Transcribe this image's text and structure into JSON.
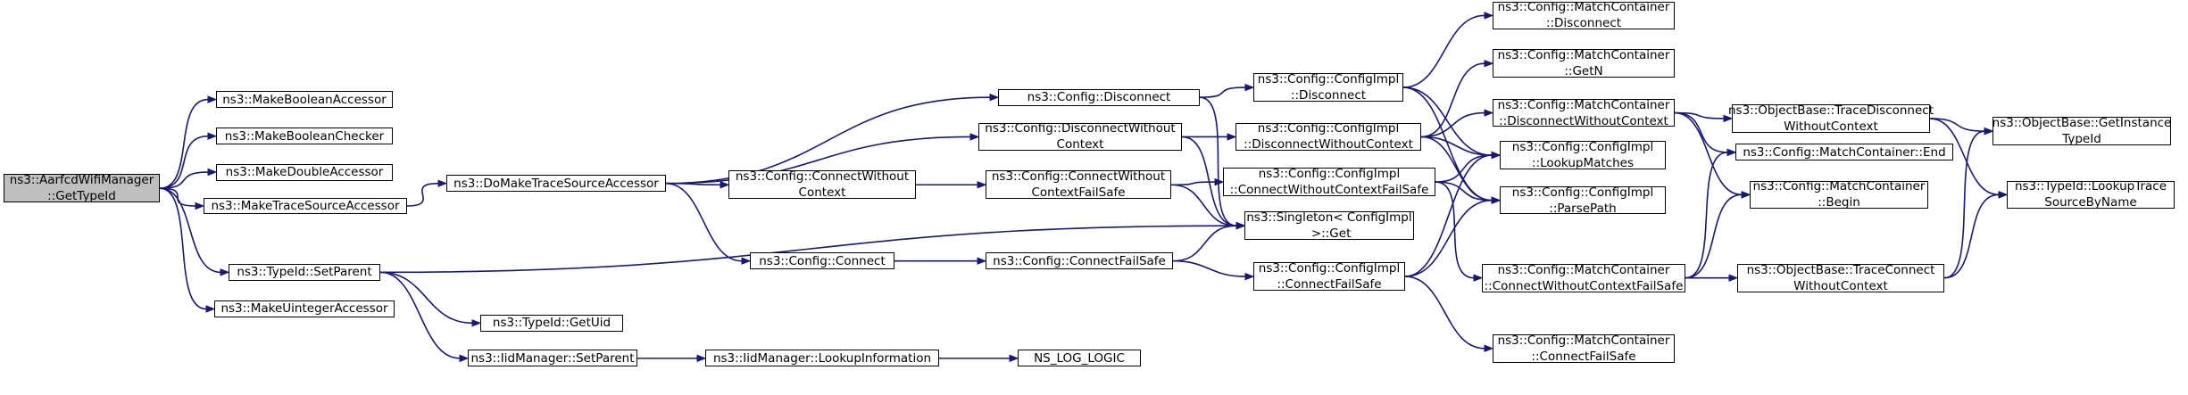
{
  "graph": {
    "edge_color": "#191970",
    "root_fill": "#bfbfbf",
    "nodes": [
      {
        "id": "root",
        "lines": [
          "ns3::AarfcdWifiManager",
          "::GetTypeId"
        ]
      },
      {
        "id": "mkbool",
        "lines": [
          "ns3::MakeBooleanAccessor"
        ]
      },
      {
        "id": "mkboolc",
        "lines": [
          "ns3::MakeBooleanChecker"
        ]
      },
      {
        "id": "mkdbl",
        "lines": [
          "ns3::MakeDoubleAccessor"
        ]
      },
      {
        "id": "mktrace",
        "lines": [
          "ns3::MakeTraceSourceAccessor"
        ]
      },
      {
        "id": "setparent",
        "lines": [
          "ns3::TypeId::SetParent"
        ]
      },
      {
        "id": "mkuint",
        "lines": [
          "ns3::MakeUintegerAccessor"
        ]
      },
      {
        "id": "domake",
        "lines": [
          "ns3::DoMakeTraceSourceAccessor"
        ]
      },
      {
        "id": "getuid",
        "lines": [
          "ns3::TypeId::GetUid"
        ]
      },
      {
        "id": "iidset",
        "lines": [
          "ns3::IidManager::SetParent"
        ]
      },
      {
        "id": "cfgconnwo",
        "lines": [
          "ns3::Config::ConnectWithout",
          "Context"
        ]
      },
      {
        "id": "cfgconn",
        "lines": [
          "ns3::Config::Connect"
        ]
      },
      {
        "id": "iidlookup",
        "lines": [
          "ns3::IidManager::LookupInformation"
        ]
      },
      {
        "id": "cfgdisc",
        "lines": [
          "ns3::Config::Disconnect"
        ]
      },
      {
        "id": "cfgdiscwo",
        "lines": [
          "ns3::Config::DisconnectWithout",
          "Context"
        ]
      },
      {
        "id": "cfgconnwofs",
        "lines": [
          "ns3::Config::ConnectWithout",
          "ContextFailSafe"
        ]
      },
      {
        "id": "cfgconnfs",
        "lines": [
          "ns3::Config::ConnectFailSafe"
        ]
      },
      {
        "id": "nslog",
        "lines": [
          "NS_LOG_LOGIC"
        ]
      },
      {
        "id": "implDisc",
        "lines": [
          "ns3::Config::ConfigImpl",
          "::Disconnect"
        ]
      },
      {
        "id": "implDiscWo",
        "lines": [
          "ns3::Config::ConfigImpl",
          "::DisconnectWithoutContext"
        ]
      },
      {
        "id": "implConnWoFs",
        "lines": [
          "ns3::Config::ConfigImpl",
          "::ConnectWithoutContextFailSafe"
        ]
      },
      {
        "id": "singleton",
        "lines": [
          "ns3::Singleton< ConfigImpl",
          " >::Get"
        ]
      },
      {
        "id": "implConnFs",
        "lines": [
          "ns3::Config::ConfigImpl",
          "::ConnectFailSafe"
        ]
      },
      {
        "id": "mcDisc",
        "lines": [
          "ns3::Config::MatchContainer",
          "::Disconnect"
        ]
      },
      {
        "id": "mcGetN",
        "lines": [
          "ns3::Config::MatchContainer",
          "::GetN"
        ]
      },
      {
        "id": "mcDiscWo",
        "lines": [
          "ns3::Config::MatchContainer",
          "::DisconnectWithoutContext"
        ]
      },
      {
        "id": "lookupMatches",
        "lines": [
          "ns3::Config::ConfigImpl",
          "::LookupMatches"
        ]
      },
      {
        "id": "parsePath",
        "lines": [
          "ns3::Config::ConfigImpl",
          "::ParsePath"
        ]
      },
      {
        "id": "mcConnWoFs",
        "lines": [
          "ns3::Config::MatchContainer",
          "::ConnectWithoutContextFailSafe"
        ]
      },
      {
        "id": "mcConnFs",
        "lines": [
          "ns3::Config::MatchContainer",
          "::ConnectFailSafe"
        ]
      },
      {
        "id": "obTraceDisc",
        "lines": [
          "ns3::ObjectBase::TraceDisconnect",
          "WithoutContext"
        ]
      },
      {
        "id": "mcEnd",
        "lines": [
          "ns3::Config::MatchContainer::End"
        ]
      },
      {
        "id": "mcBegin",
        "lines": [
          "ns3::Config::MatchContainer",
          "::Begin"
        ]
      },
      {
        "id": "obTraceConn",
        "lines": [
          "ns3::ObjectBase::TraceConnect",
          "WithoutContext"
        ]
      },
      {
        "id": "obGetInst",
        "lines": [
          "ns3::ObjectBase::GetInstance",
          "TypeId"
        ]
      },
      {
        "id": "lookupTrace",
        "lines": [
          "ns3::TypeId::LookupTrace",
          "SourceByName"
        ]
      }
    ],
    "edges": [
      [
        "root",
        "mkbool"
      ],
      [
        "root",
        "mkboolc"
      ],
      [
        "root",
        "mkdbl"
      ],
      [
        "root",
        "mktrace"
      ],
      [
        "root",
        "setparent"
      ],
      [
        "root",
        "mkuint"
      ],
      [
        "mktrace",
        "domake"
      ],
      [
        "setparent",
        "singleton"
      ],
      [
        "setparent",
        "getuid"
      ],
      [
        "setparent",
        "iidset"
      ],
      [
        "iidset",
        "iidlookup"
      ],
      [
        "iidlookup",
        "nslog"
      ],
      [
        "domake",
        "cfgdisc"
      ],
      [
        "domake",
        "cfgdiscwo"
      ],
      [
        "domake",
        "cfgconnwo"
      ],
      [
        "domake",
        "cfgconn"
      ],
      [
        "cfgconnwo",
        "cfgconnwofs"
      ],
      [
        "cfgconn",
        "cfgconnfs"
      ],
      [
        "cfgdisc",
        "implDisc"
      ],
      [
        "cfgdisc",
        "singleton"
      ],
      [
        "cfgdiscwo",
        "implDiscWo"
      ],
      [
        "cfgdiscwo",
        "singleton"
      ],
      [
        "cfgconnwofs",
        "implConnWoFs"
      ],
      [
        "cfgconnwofs",
        "singleton"
      ],
      [
        "cfgconnfs",
        "singleton"
      ],
      [
        "cfgconnfs",
        "implConnFs"
      ],
      [
        "implDisc",
        "mcDisc"
      ],
      [
        "implDisc",
        "lookupMatches"
      ],
      [
        "implDisc",
        "parsePath"
      ],
      [
        "implDiscWo",
        "mcGetN"
      ],
      [
        "implDiscWo",
        "mcDiscWo"
      ],
      [
        "implDiscWo",
        "lookupMatches"
      ],
      [
        "implDiscWo",
        "parsePath"
      ],
      [
        "implConnWoFs",
        "lookupMatches"
      ],
      [
        "implConnWoFs",
        "parsePath"
      ],
      [
        "implConnWoFs",
        "mcConnWoFs"
      ],
      [
        "implConnFs",
        "lookupMatches"
      ],
      [
        "implConnFs",
        "parsePath"
      ],
      [
        "implConnFs",
        "mcConnFs"
      ],
      [
        "mcDiscWo",
        "obTraceDisc"
      ],
      [
        "mcDiscWo",
        "mcEnd"
      ],
      [
        "mcDiscWo",
        "mcBegin"
      ],
      [
        "mcConnWoFs",
        "mcEnd"
      ],
      [
        "mcConnWoFs",
        "mcBegin"
      ],
      [
        "mcConnWoFs",
        "obTraceConn"
      ],
      [
        "obTraceDisc",
        "obGetInst"
      ],
      [
        "obTraceDisc",
        "lookupTrace"
      ],
      [
        "obTraceConn",
        "obGetInst"
      ],
      [
        "obTraceConn",
        "lookupTrace"
      ]
    ]
  }
}
